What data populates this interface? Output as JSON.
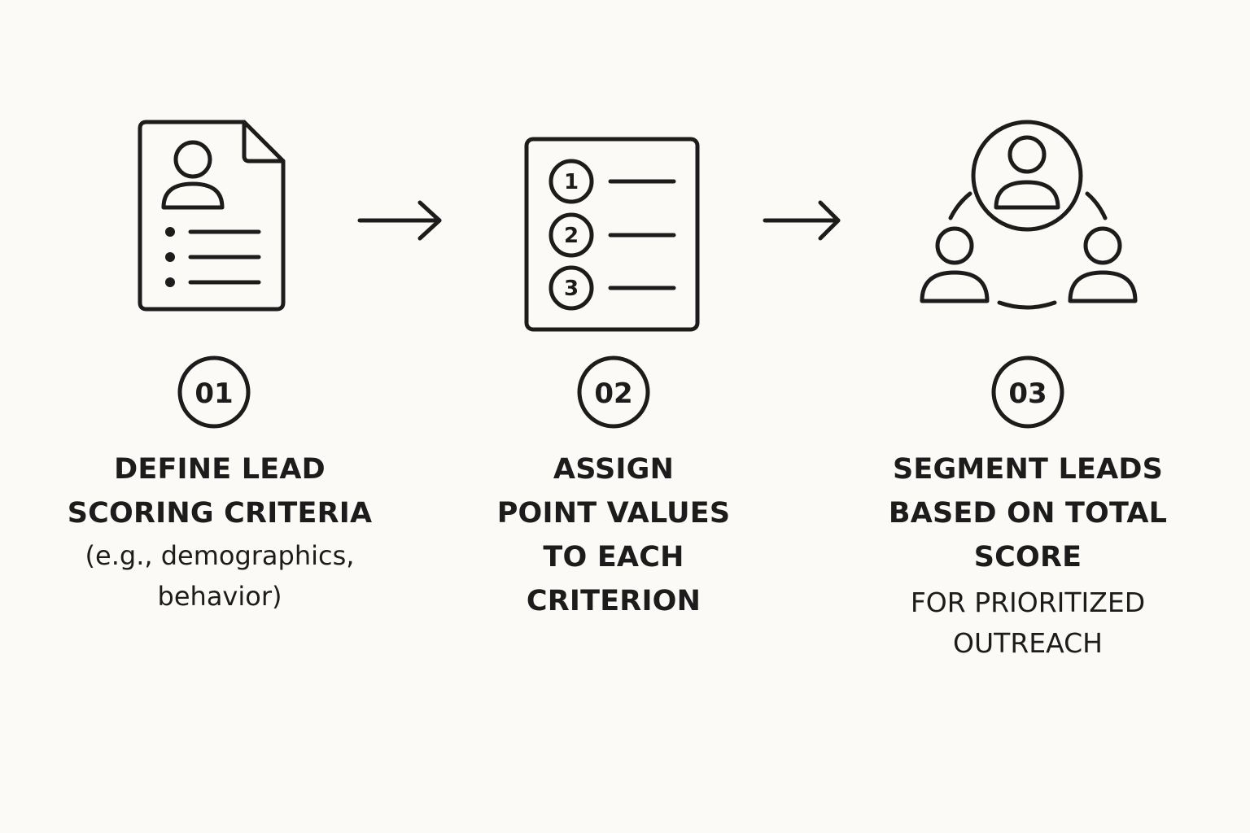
{
  "steps": [
    {
      "number": "01",
      "title_lines": [
        "DEFINE LEAD",
        "SCORING CRITERIA"
      ],
      "desc_lines": [
        "(e.g., demographics,",
        "behavior)"
      ],
      "icon": "user-document-icon"
    },
    {
      "number": "02",
      "title_lines": [
        "ASSIGN",
        "POINT VALUES",
        "TO EACH",
        "CRITERION"
      ],
      "desc_lines": [],
      "icon": "numbered-list-icon",
      "list_numbers": [
        "1",
        "2",
        "3"
      ]
    },
    {
      "number": "03",
      "title_lines": [
        "SEGMENT LEADS",
        "BASED ON TOTAL",
        "SCORE"
      ],
      "desc_lines": [
        "FOR PRIORITIZED",
        "OUTREACH"
      ],
      "icon": "user-group-icon"
    }
  ],
  "connectors": [
    "arrow-right-icon",
    "arrow-right-icon"
  ],
  "colors": {
    "background": "#fcfaf6",
    "ink": "#1c1c1c"
  }
}
